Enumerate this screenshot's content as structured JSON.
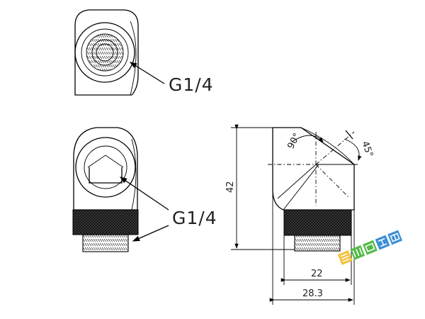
{
  "callouts": {
    "top_port": "G1/4",
    "front_port": "G1/4"
  },
  "dimensions": {
    "height": "42",
    "angle_90": "90°",
    "angle_45": "45°",
    "inner_width": "22",
    "overall_width": "28.3"
  },
  "watermark": {
    "text": "亚川乐园网",
    "colors": [
      "#f5c242",
      "#57b94a",
      "#3a8fd6"
    ]
  }
}
